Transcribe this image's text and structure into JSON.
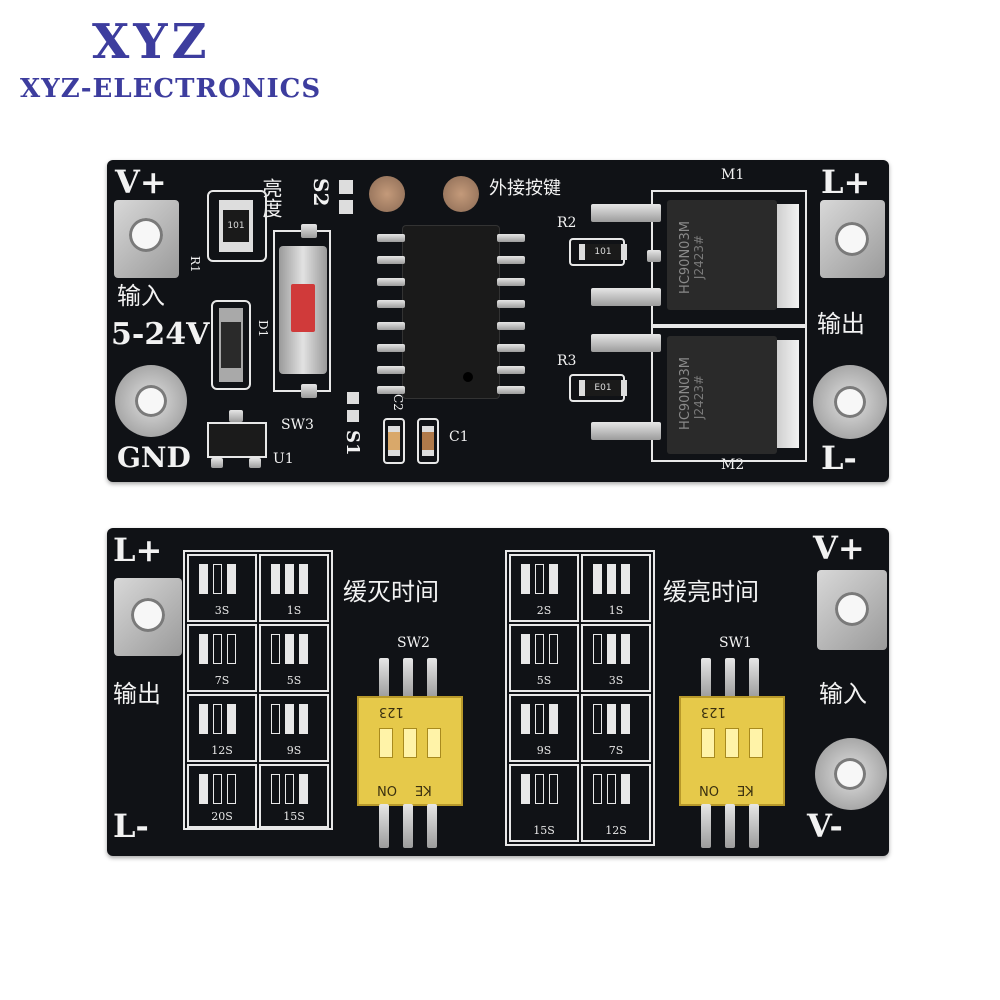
{
  "brand": {
    "logo": "XYZ",
    "name": "XYZ-ELECTRONICS"
  },
  "top_board": {
    "v_plus": "V+",
    "brightness": "亮度",
    "s2": "S2",
    "external_key": "外接按键",
    "m1": "M1",
    "l_plus": "L+",
    "r2": "R2",
    "r2_value": "101",
    "r1": "R1",
    "r1_value": "101",
    "input": "输入",
    "voltage": "5-24V",
    "d1": "D1",
    "mosfet_part": "HC90N03M",
    "mosfet_code": "J2423#",
    "output": "输出",
    "r3": "R3",
    "r3_value": "E01",
    "sw3": "SW3",
    "c2": "C2",
    "c1": "C1",
    "s1": "S1",
    "gnd": "GND",
    "u1": "U1",
    "m2": "M2",
    "l_minus": "L-"
  },
  "bottom_board": {
    "l_plus": "L+",
    "v_plus": "V+",
    "fade_off": "缓灭时间",
    "fade_on": "缓亮时间",
    "output": "输出",
    "input": "输入",
    "sw2": "SW2",
    "sw1": "SW1",
    "dip_on": "ON",
    "dip_ke": "KE",
    "dip_nums": "123",
    "l_minus": "L-",
    "v_minus": "V-",
    "left_times": [
      "3S",
      "1S",
      "7S",
      "5S",
      "12S",
      "9S",
      "20S",
      "15S"
    ],
    "right_times": [
      "2S",
      "1S",
      "5S",
      "3S",
      "9S",
      "7S",
      "15S",
      "12S"
    ]
  },
  "colors": {
    "pcb": "#101216",
    "silkscreen": "#f2f2f2",
    "brand": "#3d3d9e",
    "button": "#d03a3a",
    "dip": "#e6c94a"
  }
}
